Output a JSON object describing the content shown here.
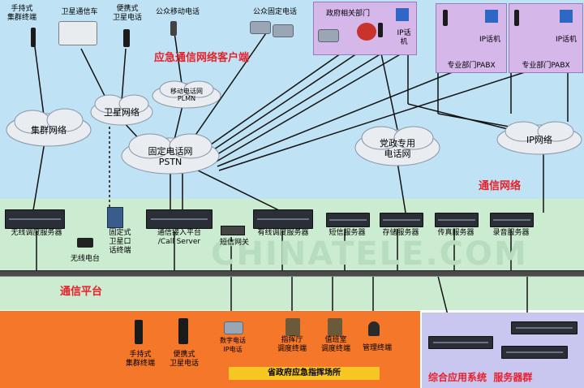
{
  "sections": {
    "client_title": "应急通信网络客户端",
    "network_title": "通信网络",
    "platform_title": "通信平台",
    "app_title": "综合应用系统  服务器群"
  },
  "clients": {
    "handheld_cluster": "手持式\n集群终端",
    "satellite_vehicle": "卫星通信车",
    "portable_satellite_phone": "便携式\n卫星电话",
    "public_mobile_phone": "公众移动电话",
    "public_fixed_phone": "公众固定电话",
    "party_gov_dept": "政府相关部门",
    "ip_phone": "IP话\n机",
    "ip_phone_2": "IP话机",
    "dept_pabx_1": "专业部门PABX",
    "ip_phone_3": "IP话机",
    "dept_pabx_2": "专业部门PABX"
  },
  "clouds": {
    "cluster_net": "集群网络",
    "satellite_net": "卫星网络",
    "mobile_net": "移动电话网\nPLMN",
    "pstn": "固定电话网\nPSTN",
    "gov_net": "党政专用\n电话网",
    "ip_net": "IP网络"
  },
  "platform": {
    "wireless_dispatch_server": "无线调度服务器",
    "fixed_satellite_terminal": "固定式\n卫星口\n话终端",
    "wireless_station": "无线电台",
    "call_server": "通信接入平台\n/Call Server",
    "sms_gateway": "短信网关",
    "wired_dispatch_server": "有线调度服务器",
    "sms_server": "短信服务器",
    "storage_server": "存储服务器",
    "fax_server": "传真服务器",
    "record_server": "录音服务器"
  },
  "command": {
    "handheld": "手持式\n集群终端",
    "portable_sat": "便携式\n卫星电话",
    "digital_phone": "数字电话\nIP电话",
    "hall_terminal": "指挥厅\n调度终端",
    "duty_terminal": "值班室\n调度终端",
    "admin_terminal": "管理终端",
    "site_label": "省政府应急指挥场所"
  },
  "watermark": "CHINATELE.COM",
  "colors": {
    "red_title": "#e8202a",
    "top_band": "#bfe3f4",
    "mid_band": "#ccecd2",
    "bottom_orange": "#f5782a",
    "bottom_purple": "#c9c6ef",
    "purple_box": "#d6b7ea",
    "label_yellow": "#f6c623"
  }
}
